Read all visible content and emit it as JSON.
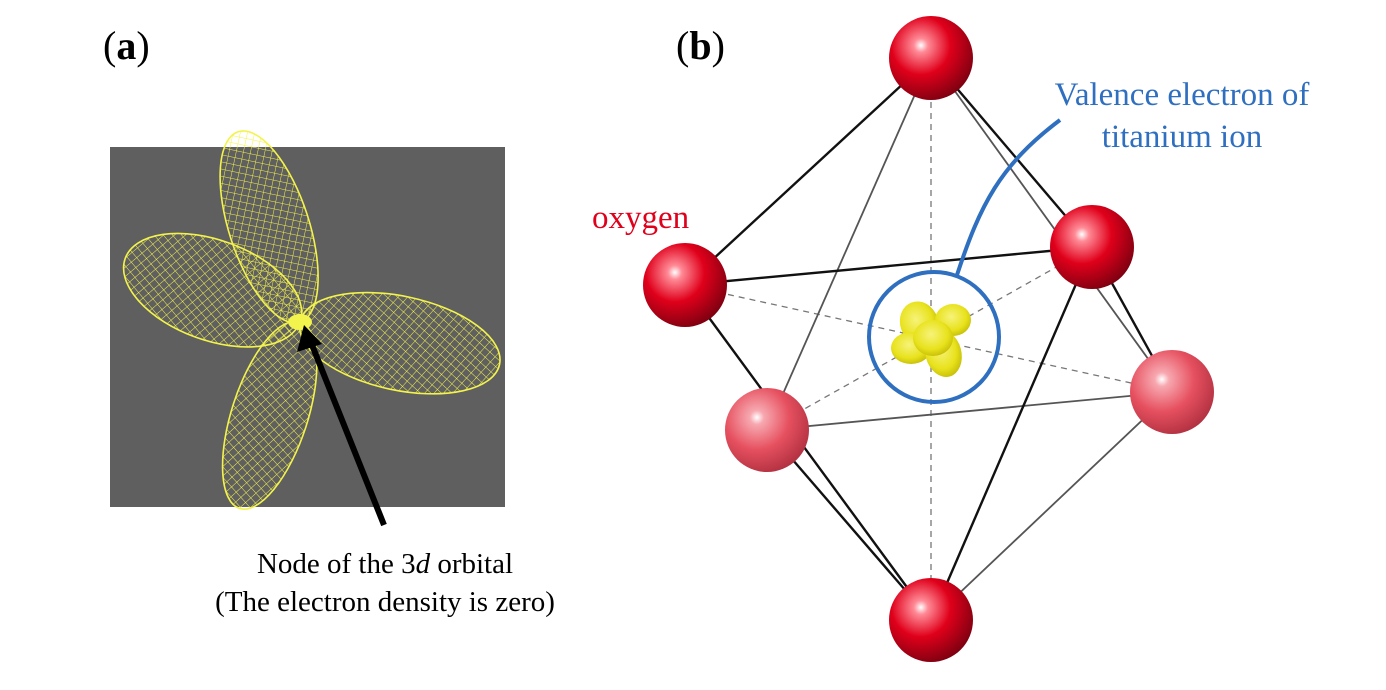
{
  "panel_a": {
    "label": "a"
  },
  "panel_b": {
    "label": "b"
  },
  "annotations": {
    "node_line1_pre": "Node of the 3",
    "node_line1_italic": "d",
    "node_line1_post": " orbital",
    "node_line2": "(The electron density is zero)",
    "oxygen": "oxygen",
    "valence_line1": "Valence electron of",
    "valence_line2": "titanium ion"
  },
  "colors": {
    "orbital_mesh": "#f3f34d",
    "orbital_background": "#5f5f5f",
    "oxygen_atom": "#e0001b",
    "valence_highlight": "#2f6fc0",
    "electron_cloud": "#e8e21c"
  }
}
